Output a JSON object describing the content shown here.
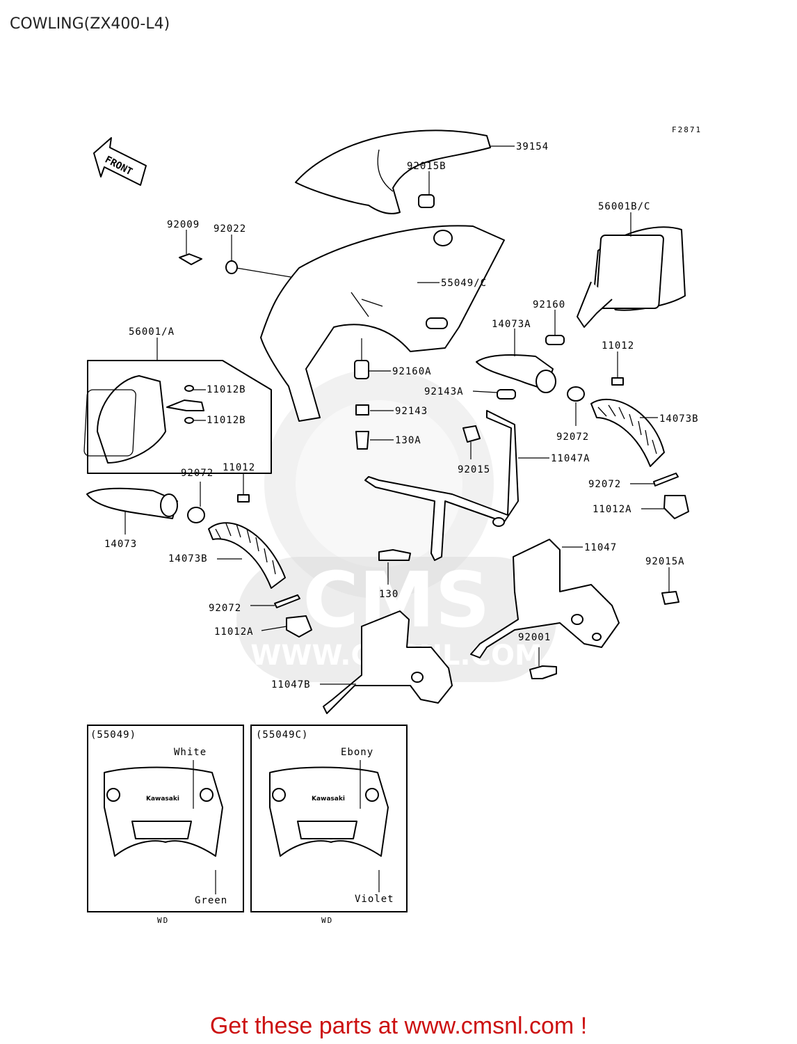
{
  "title": "COWLING(ZX400-L4)",
  "figure_code": "F2871",
  "front_label": "FRONT",
  "footer": "Get these parts at www.cmsnl.com !",
  "watermark": {
    "brand": "CMS",
    "url": "WWW.CMSNL.COM"
  },
  "parts": {
    "p39154": "39154",
    "p92015B": "92015B",
    "p56001BC": "56001B/C",
    "p92009": "92009",
    "p92022": "92022",
    "p55049C": "55049/C",
    "p92160": "92160",
    "p14073A": "14073A",
    "p11012_r": "11012",
    "p56001A": "56001/A",
    "p11012B_1": "11012B",
    "p11012B_2": "11012B",
    "p92160A": "92160A",
    "p92143A": "92143A",
    "p92143": "92143",
    "p130A": "130A",
    "p92072_r1": "92072",
    "p14073B_r": "14073B",
    "p92015": "92015",
    "p11047A": "11047A",
    "p92072_r2": "92072",
    "p11012A_r": "11012A",
    "p92072_l1": "92072",
    "p11012_l": "11012",
    "p14073": "14073",
    "p14073B_l": "14073B",
    "p11047": "11047",
    "p92015A": "92015A",
    "p130": "130",
    "p92072_l2": "92072",
    "p11012A_l": "11012A",
    "p92001": "92001",
    "p11047B": "11047B"
  },
  "variants": [
    {
      "code": "(55049)",
      "color_top": "White",
      "color_bottom": "Green",
      "market": "WD",
      "logo": "Kawasaki"
    },
    {
      "code": "(55049C)",
      "color_top": "Ebony",
      "color_bottom": "Violet",
      "market": "WD",
      "logo": "Kawasaki"
    }
  ]
}
